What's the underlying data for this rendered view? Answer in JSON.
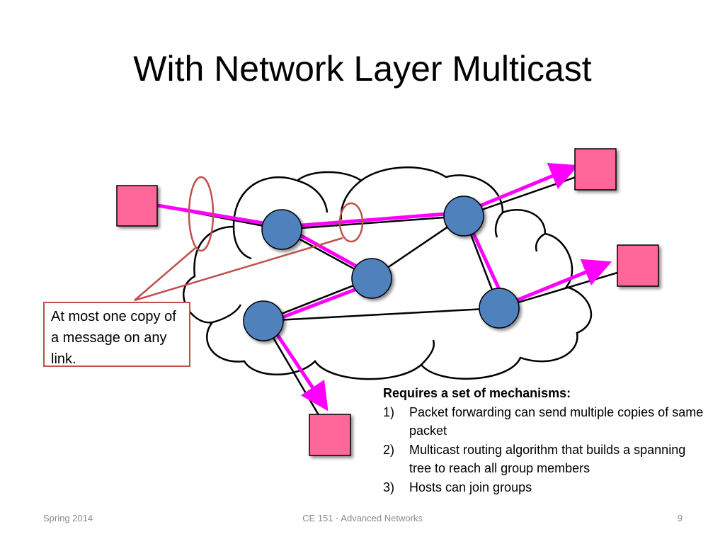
{
  "slide": {
    "title": "With Network Layer Multicast"
  },
  "callout": {
    "text": "At most one copy of a message on any link."
  },
  "requirements": {
    "heading": "Requires a set of mechanisms:",
    "items": [
      {
        "number": "1)",
        "text": "Packet forwarding can send multiple copies of same packet"
      },
      {
        "number": "2)",
        "text": "Multicast routing algorithm that builds a spanning tree to reach all group members"
      },
      {
        "number": "3)",
        "text": "Hosts can join groups"
      }
    ]
  },
  "footer": {
    "left": "Spring 2014",
    "center": "CE 151 - Advanced Networks",
    "right": "9"
  },
  "colors": {
    "host_fill": "#ff6699",
    "router_fill": "#4f81bd",
    "multicast_path": "#ff00ff",
    "callout_border": "#c0504d",
    "cloud_outline": "#000000"
  },
  "icons": {
    "host": "pink-square-host-icon",
    "router": "blue-circle-router-icon",
    "cloud": "network-cloud-icon"
  }
}
